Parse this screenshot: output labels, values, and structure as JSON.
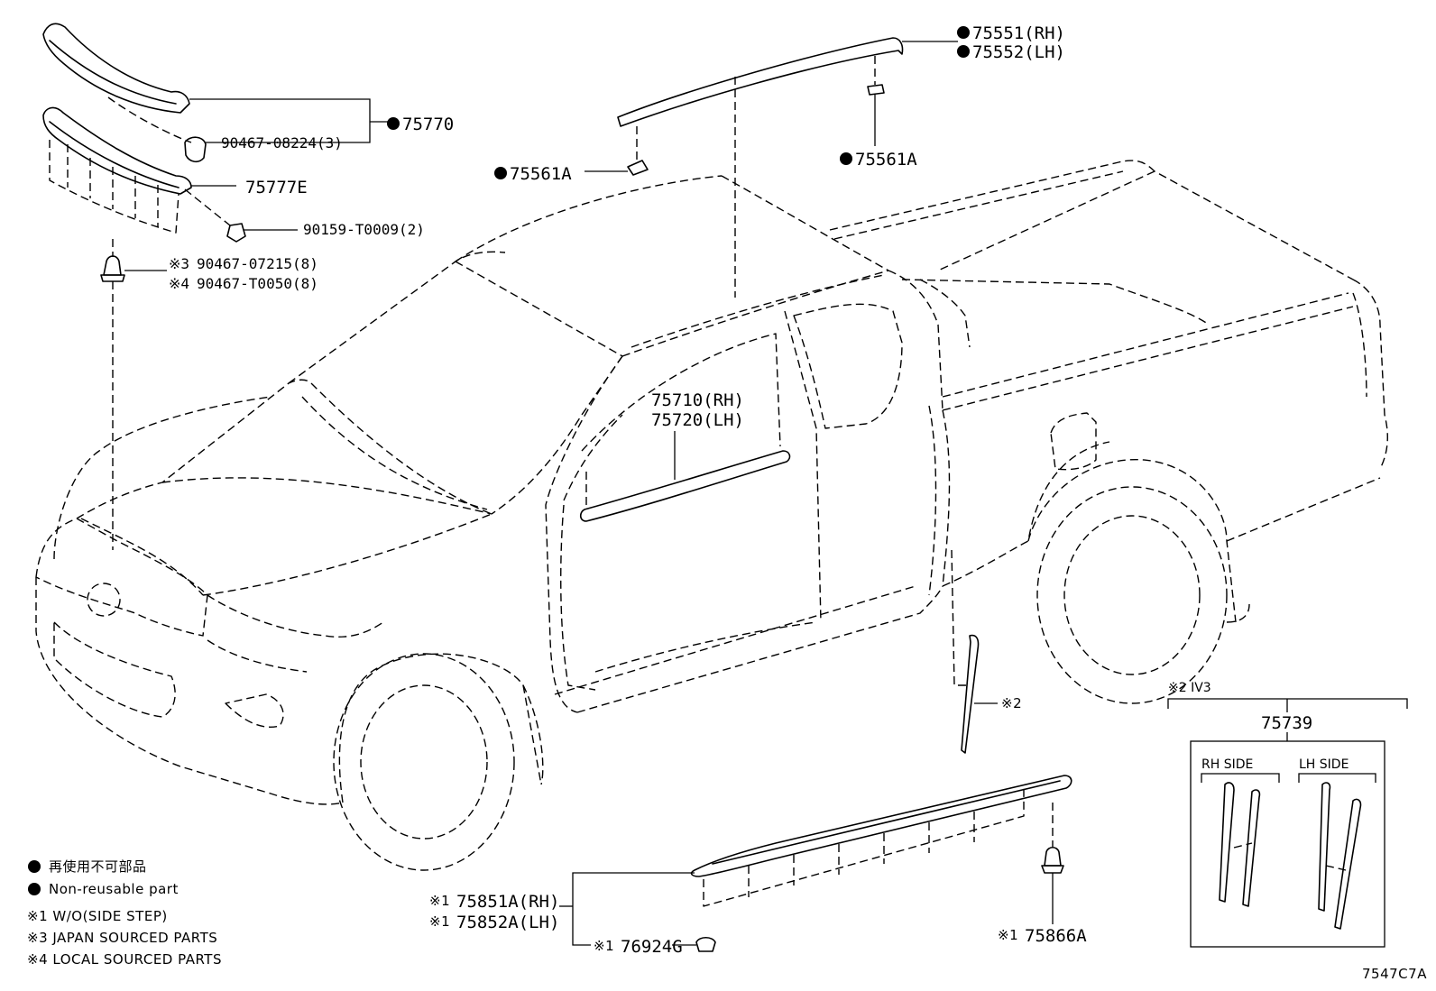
{
  "callouts": {
    "c75551": "75551(RH)",
    "c75552": "75552(LH)",
    "c75770": "75770",
    "c90467_08224": "90467-08224(3)",
    "c75777e": "75777E",
    "c90159": "90159-T0009(2)",
    "c90467_07215": "90467-07215(8)",
    "c90467_t0050": "90467-T0050(8)",
    "c75561a_left": "75561A",
    "c75561a_right": "75561A",
    "c75710": "75710(RH)",
    "c75720": "75720(LH)",
    "c75851a": "75851A(RH)",
    "c75852a": "75852A(LH)",
    "c76924g": "76924G",
    "c75866a": "75866A",
    "c75739": "75739",
    "note2_tag": "※2",
    "iv3": "※2 IV3",
    "rh_side": "RH SIDE",
    "lh_side": "LH SIDE"
  },
  "markers": {
    "m3": "※3",
    "m4": "※4",
    "m1": "※1"
  },
  "legend": {
    "jp": "再使用不可部品",
    "en": "Non-reusable part",
    "n1": "※1 W/O(SIDE STEP)",
    "n3": "※3 JAPAN SOURCED PARTS",
    "n4": "※4 LOCAL SOURCED PARTS"
  },
  "figure_code": "7547C7A"
}
